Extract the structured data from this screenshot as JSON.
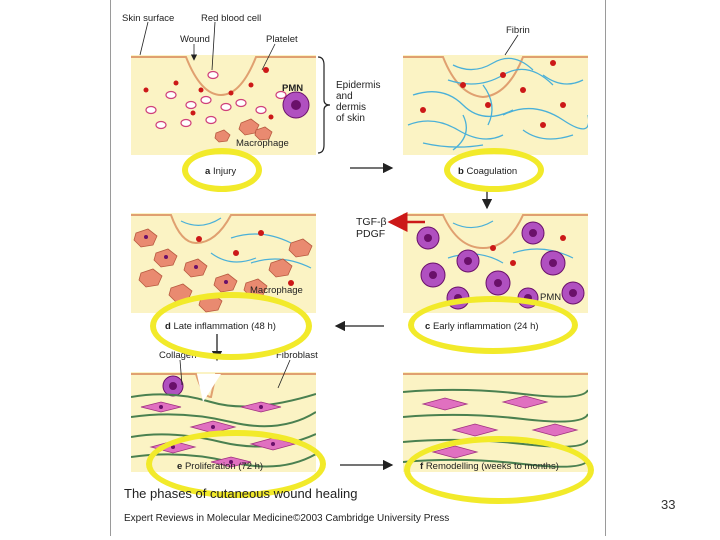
{
  "labels": {
    "skin_surface": "Skin surface",
    "red_blood_cell": "Red blood cell",
    "wound": "Wound",
    "platelet": "Platelet",
    "pmn_a": "PMN",
    "macrophage_a": "Macrophage",
    "epidermis": [
      "Epidermis",
      "and",
      "dermis",
      "of skin"
    ],
    "fibrin": "Fibrin",
    "tgf": "TGF-β",
    "pdgf": "PDGF",
    "macrophage_d": "Macrophage",
    "pmn_c": "PMN",
    "collagen": "Collagen",
    "fibroblast": "Fibroblast"
  },
  "panels": [
    {
      "id": "a",
      "letter": "a",
      "text": "Injury"
    },
    {
      "id": "b",
      "letter": "b",
      "text": "Coagulation"
    },
    {
      "id": "c",
      "letter": "c",
      "text": "Early inflammation (24 h)"
    },
    {
      "id": "d",
      "letter": "d",
      "text": "Late inflammation (48 h)"
    },
    {
      "id": "e",
      "letter": "e",
      "text": "Proliferation (72 h)"
    },
    {
      "id": "f",
      "letter": "f",
      "text": "Remodelling (weeks to months)"
    }
  ],
  "title": "The phases of cutaneous wound healing",
  "credit": "Expert Reviews in Molecular Medicine©2003 Cambridge University Press",
  "page_number": "33",
  "colors": {
    "panel_bg": "#fbf3c4",
    "skin_line": "#e0a070",
    "fibrin": "#4ab0d8",
    "platelet": "#cc1818",
    "pmn": "#8a1a8a",
    "macrophage": "#e98a70",
    "fibroblast": "#e070c0",
    "collagen": "#4a8050",
    "highlight": "#f2ea2a",
    "arrow": "#222222",
    "tgf_arrow": "#cc1818"
  }
}
